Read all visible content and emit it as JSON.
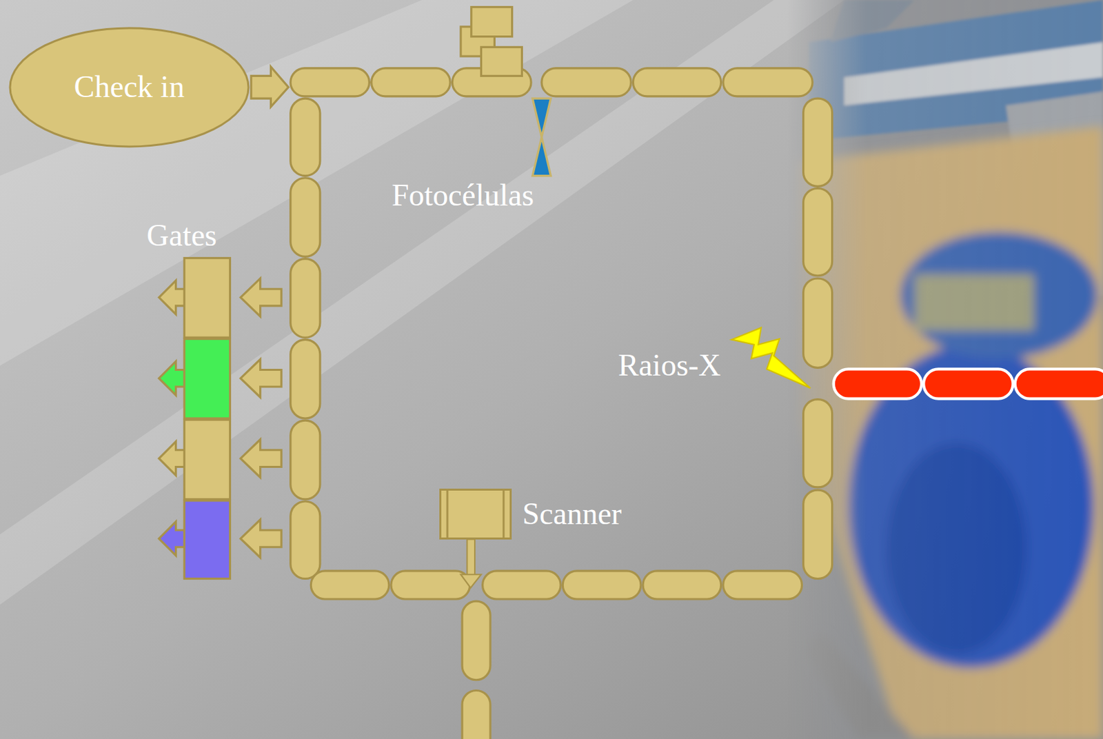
{
  "diagram": {
    "nodes": [
      {
        "text": [
          "Check in"
        ]
      },
      {
        "text": [
          "Scanner"
        ]
      }
    ],
    "labels": [
      "Fotocélulas",
      "Gates",
      "Raios-X"
    ]
  }
}
